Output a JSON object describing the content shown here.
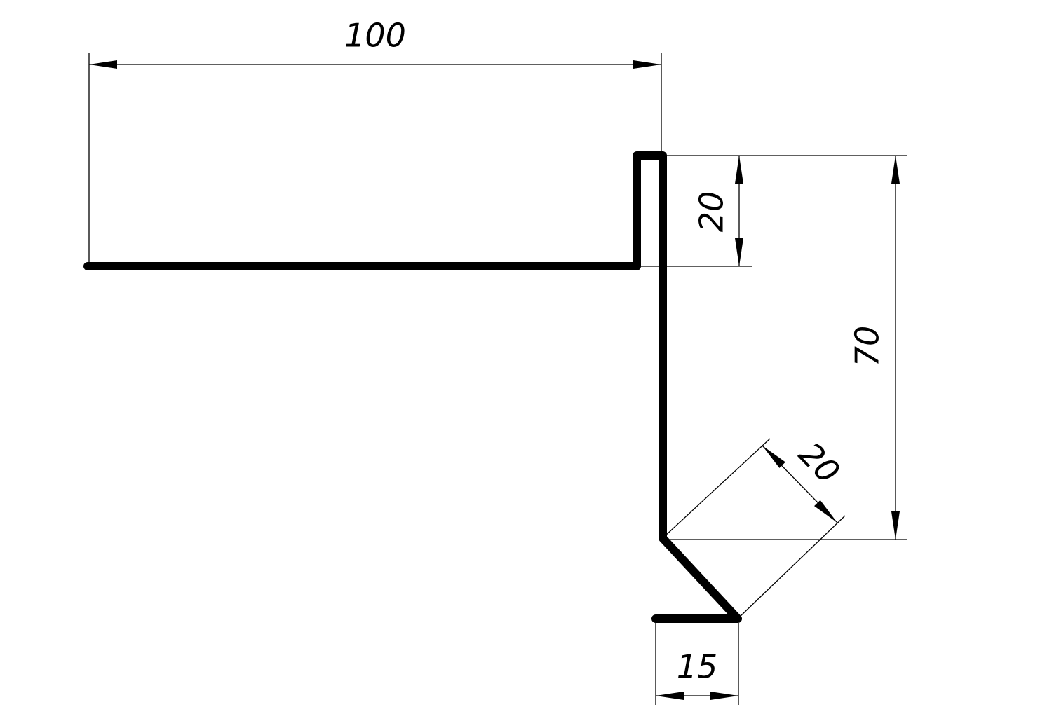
{
  "drawing": {
    "colors": {
      "background": "#ffffff",
      "line": "#000000"
    },
    "dimensions": {
      "top_width": "100",
      "top_fold_height": "20",
      "total_height": "70",
      "diagonal_drip": "20",
      "bottom_flange": "15"
    }
  }
}
